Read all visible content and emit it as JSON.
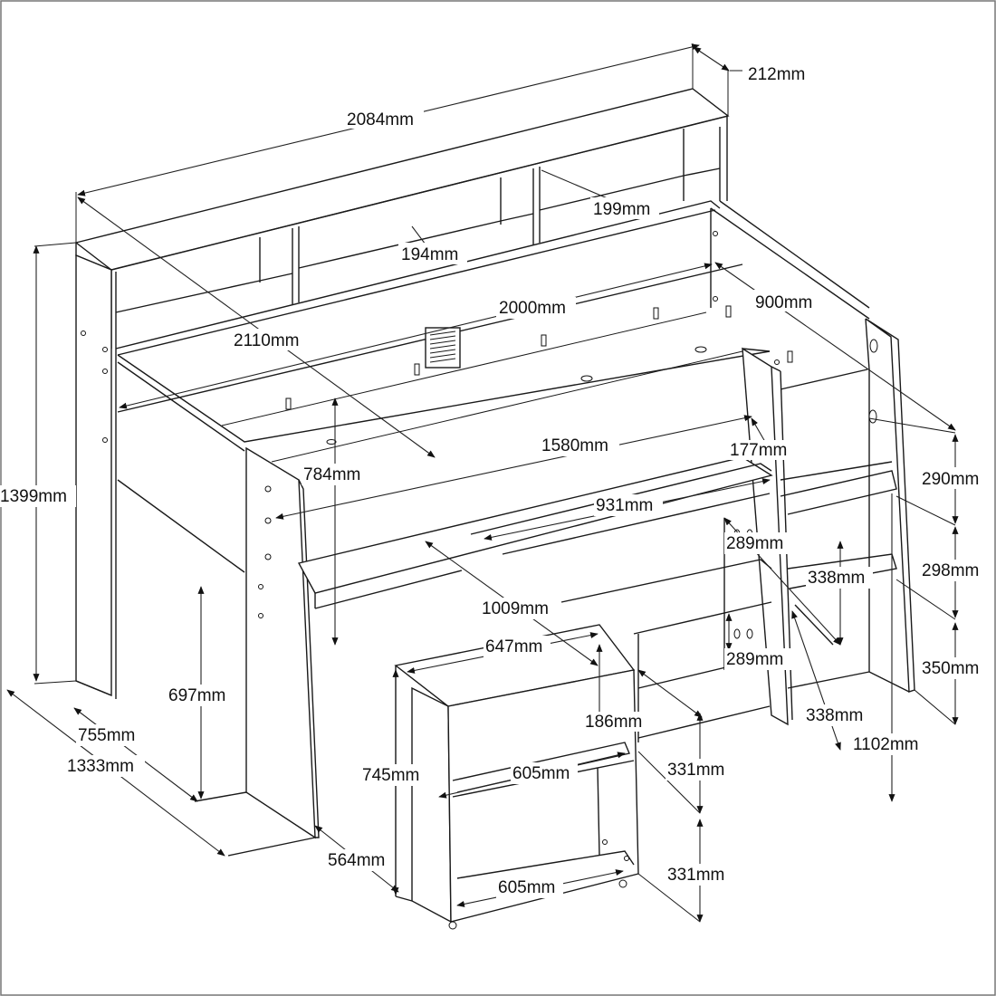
{
  "dimensions": {
    "d212": "212mm",
    "d2084": "2084mm",
    "d199": "199mm",
    "d194": "194mm",
    "d2000": "2000mm",
    "d900": "900mm",
    "d2110": "2110mm",
    "d1580": "1580mm",
    "d177": "177mm",
    "d784": "784mm",
    "d290": "290mm",
    "d931": "931mm",
    "d1399": "1399mm",
    "d289a": "289mm",
    "d338a": "338mm",
    "d298": "298mm",
    "d1009": "1009mm",
    "d697": "697mm",
    "d647": "647mm",
    "d289b": "289mm",
    "d350": "350mm",
    "d755": "755mm",
    "d186": "186mm",
    "d338b": "338mm",
    "d1102": "1102mm",
    "d1333": "1333mm",
    "d745": "745mm",
    "d605a": "605mm",
    "d331a": "331mm",
    "d564": "564mm",
    "d331b": "331mm",
    "d605b": "605mm"
  }
}
